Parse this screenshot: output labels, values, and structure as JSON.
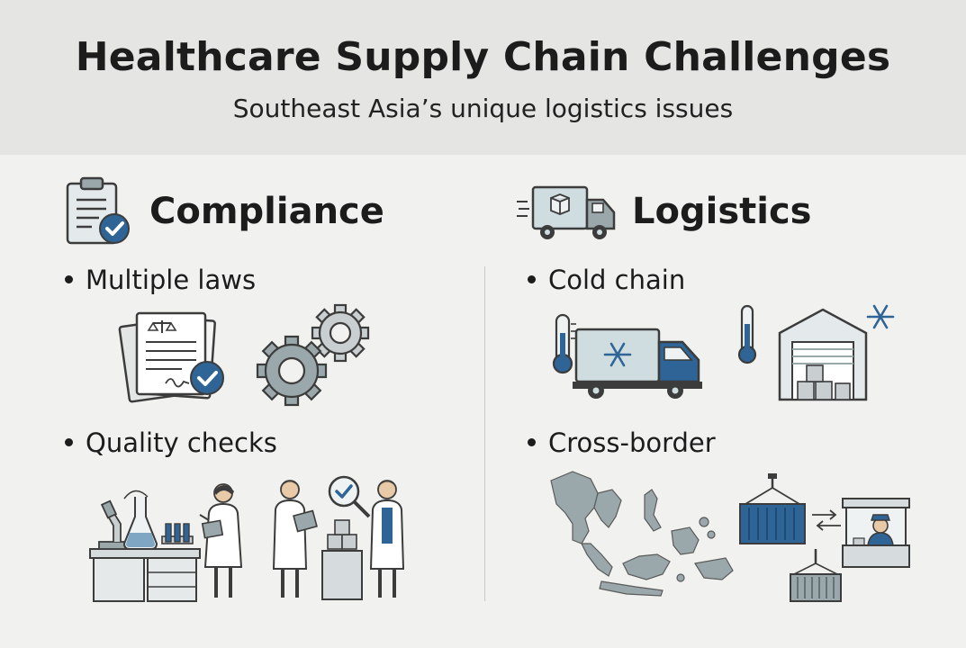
{
  "header": {
    "title": "Healthcare Supply Chain Challenges",
    "subtitle": "Southeast Asia’s unique logistics issues"
  },
  "sections": [
    {
      "title": "Compliance",
      "icon": "clipboard-check-icon",
      "items": [
        {
          "label": "Multiple laws",
          "illustrations": [
            "legal-document-icon",
            "gears-icon"
          ]
        },
        {
          "label": "Quality checks",
          "illustrations": [
            "lab-bench-icon",
            "inspection-workers-icon"
          ]
        }
      ]
    },
    {
      "title": "Logistics",
      "icon": "delivery-truck-icon",
      "items": [
        {
          "label": "Cold chain",
          "illustrations": [
            "refrigerated-truck-icon",
            "cold-warehouse-icon"
          ]
        },
        {
          "label": "Cross-border",
          "illustrations": [
            "southeast-asia-map-icon",
            "customs-container-icon"
          ]
        }
      ]
    }
  ],
  "colors": {
    "header_bg": "#e5e5e3",
    "page_bg": "#f1f1ef",
    "accent_blue": "#2f6496",
    "icon_gray": "#9aa8ab",
    "light_teal": "#cfdde0",
    "outline": "#3c3c3c"
  }
}
